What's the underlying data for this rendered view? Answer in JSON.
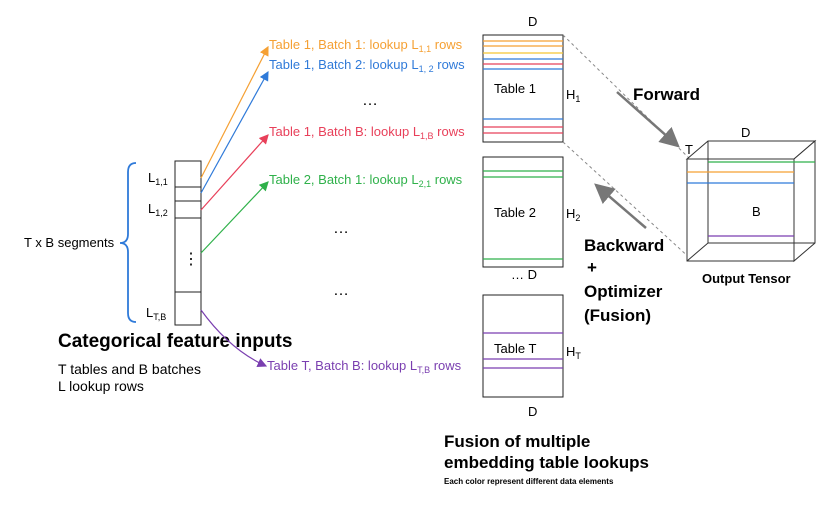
{
  "colors": {
    "orange": "#f5a033",
    "blue": "#2f7ad9",
    "red": "#e8405a",
    "green": "#2fb14a",
    "purple": "#7a3fb0",
    "gray": "#888888",
    "black": "#000000"
  },
  "left": {
    "segments_label": "T x B segments",
    "l11": {
      "main": "L",
      "sub": "1,1"
    },
    "l12": {
      "main": "L",
      "sub": "1,2"
    },
    "ltb": {
      "main": "L",
      "sub": "T,B"
    },
    "dots": "⋮",
    "title": "Categorical feature inputs",
    "desc_line1": "T tables and B batches",
    "desc_line2": "L lookup rows"
  },
  "lookups": {
    "l1": {
      "prefix": "Table 1, Batch 1: lookup L",
      "sub": "1,1",
      "suffix": " rows"
    },
    "l2": {
      "prefix": "Table 1, Batch 2: lookup L",
      "sub": "1, 2",
      "suffix": " rows"
    },
    "l3": {
      "prefix": "Table 1, Batch B: lookup L",
      "sub": "1,B",
      "suffix": " rows"
    },
    "l4": {
      "prefix": "Table 2, Batch 1: lookup L",
      "sub": "2,1",
      "suffix": " rows"
    },
    "l5": {
      "prefix": "Table T, Batch B: lookup L",
      "sub": "T,B",
      "suffix": " rows"
    },
    "ellipsis": "…",
    "ellipsis_alt": "…"
  },
  "tables": {
    "table1": {
      "label": "Table 1",
      "h_main": "H",
      "h_sub": "1"
    },
    "table2": {
      "label": "Table 2",
      "h_main": "H",
      "h_sub": "2"
    },
    "tableT": {
      "label": "Table T",
      "h_main": "H",
      "h_sub": "T"
    },
    "d_top": "D",
    "d_mid": "… D",
    "d_bottom": "D",
    "fusion_title_line1": "Fusion of multiple",
    "fusion_title_line2": "embedding table lookups",
    "fusion_note": "Each color represent different data elements"
  },
  "flow": {
    "forward": "Forward",
    "backward_line1": "Backward",
    "backward_line2": "+",
    "backward_line3": "Optimizer",
    "backward_line4": "(Fusion)"
  },
  "tensor": {
    "t_label": "T",
    "d_label": "D",
    "b_label": "B",
    "caption": "Output Tensor"
  }
}
